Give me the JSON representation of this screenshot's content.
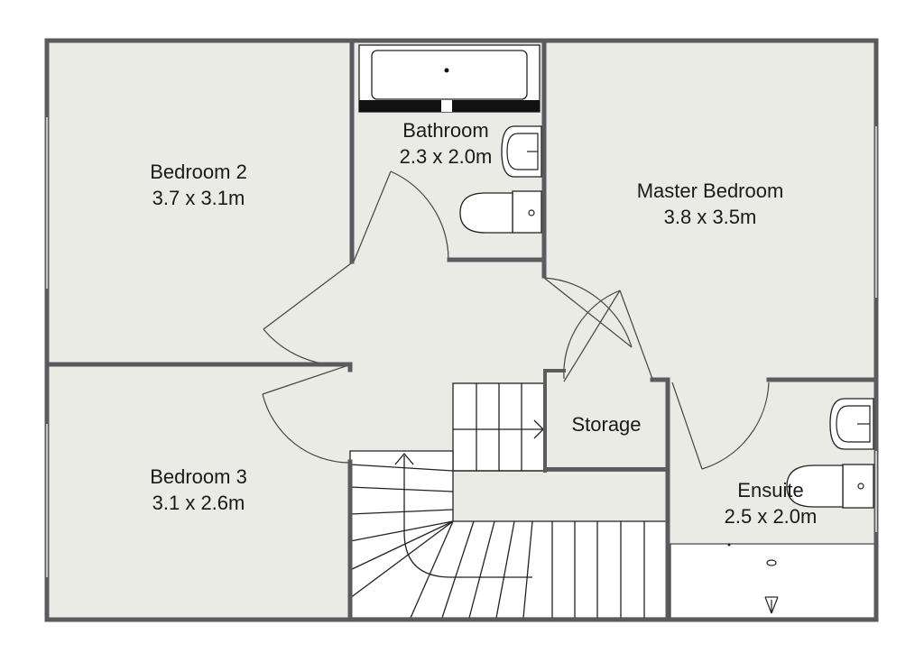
{
  "colors": {
    "floor": "#e9ebe4",
    "wall": "#5a5b5f",
    "line": "#222222",
    "fixture": "#ffffff",
    "text": "#1a1a1a"
  },
  "rooms": {
    "bedroom2": {
      "name": "Bedroom 2",
      "size": "3.7 x 3.1m"
    },
    "bathroom": {
      "name": "Bathroom",
      "size": "2.3 x 2.0m"
    },
    "master": {
      "name": "Master Bedroom",
      "size": "3.8 x 3.5m"
    },
    "storage": {
      "name": "Storage"
    },
    "bedroom3": {
      "name": "Bedroom 3",
      "size": "3.1 x 2.6m"
    },
    "ensuite": {
      "name": "Ensuite",
      "size": "2.5 x 2.0m"
    }
  },
  "icons": {
    "bath": "bathtub-icon",
    "basin": "sink-icon",
    "toilet": "toilet-icon",
    "shower": "shower-icon",
    "stairs": "staircase-icon"
  }
}
